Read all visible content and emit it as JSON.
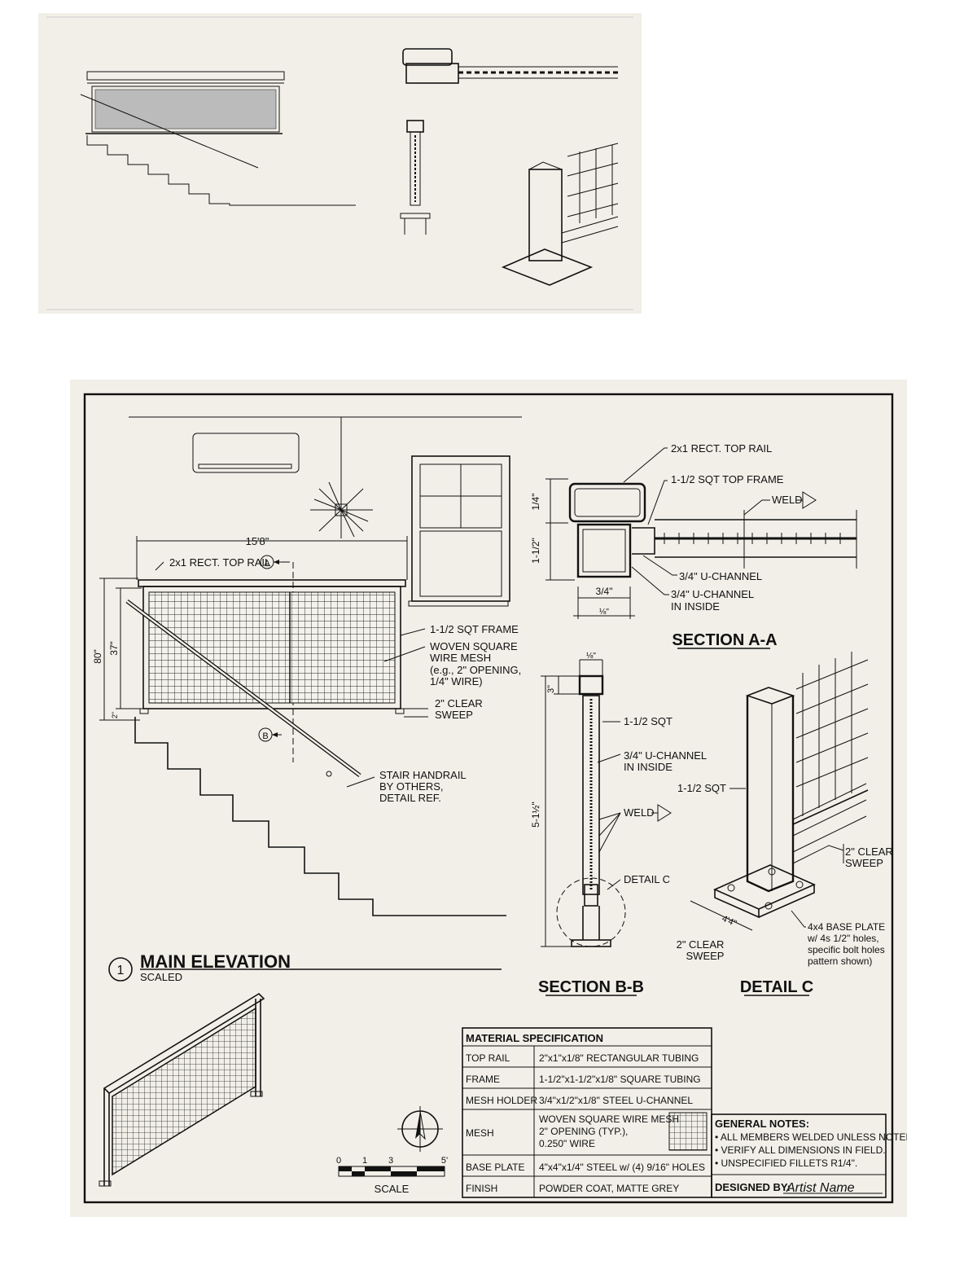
{
  "elevation": {
    "overall_width": "15'8\"",
    "height_overall": "80\"",
    "height_rail": "37\"",
    "height_sweep": "2\"",
    "top_rail_label": "2x1 RECT. TOP RAIL",
    "section_a_marker": "A",
    "section_b_marker": "B",
    "frame_label": "1-1/2 SQT FRAME",
    "mesh_label_1": "WOVEN SQUARE",
    "mesh_label_2": "WIRE MESH",
    "mesh_label_3": "(e.g., 2\" OPENING,",
    "mesh_label_4": "1/4\" WIRE)",
    "sweep_label_1": "2\" CLEAR",
    "sweep_label_2": "SWEEP",
    "handrail_label_1": "STAIR HANDRAIL",
    "handrail_label_2": "BY OTHERS,",
    "handrail_label_3": "DETAIL REF.",
    "view_number": "1",
    "title": "MAIN ELEVATION",
    "subtitle": "SCALED"
  },
  "section_aa": {
    "top_rail": "2x1 RECT. TOP RAIL",
    "top_frame": "1-1/2 SQT TOP FRAME",
    "weld": "WELD",
    "dim_top": "1/4\"",
    "dim_side": "1-1/2\"",
    "dim_bottom": "3/4\"",
    "dim_bottom2": "⅛\"",
    "u_channel": "3/4\" U-CHANNEL",
    "u_channel_inside_1": "3/4\" U-CHANNEL",
    "u_channel_inside_2": "IN INSIDE",
    "title": "SECTION A-A"
  },
  "section_bb": {
    "dim_top": "⅛\"",
    "dim_rail": "3\"",
    "dim_height": "5-1½\"",
    "sqt": "1-1/2 SQT",
    "u_channel_1": "3/4\" U-CHANNEL",
    "u_channel_2": "IN INSIDE",
    "weld": "WELD",
    "detail_ref": "DETAIL C",
    "title": "SECTION B-B"
  },
  "detail_c": {
    "sqt": "1-1/2 SQT",
    "sweep_1": "2\" CLEAR",
    "sweep_2": "SWEEP",
    "plate_dim": "4'4\"",
    "bottom_sweep_1": "2\" CLEAR",
    "bottom_sweep_2": "SWEEP",
    "plate_1": "4x4 BASE PLATE",
    "plate_2": "w/ 4s 1/2\" holes,",
    "plate_3": "specific bolt holes",
    "plate_4": "pattern shown)",
    "title": "DETAIL C"
  },
  "material_spec": {
    "header": "MATERIAL SPECIFICATION",
    "rows": [
      {
        "label": "TOP RAIL",
        "value": "2\"x1\"x1/8\" RECTANGULAR TUBING"
      },
      {
        "label": "FRAME",
        "value": "1-1/2\"x1-1/2\"x1/8\" SQUARE TUBING"
      },
      {
        "label": "MESH HOLDER",
        "value": "3/4\"x1/2\"x1/8\" STEEL U-CHANNEL"
      },
      {
        "label": "MESH",
        "value_1": "WOVEN SQUARE WIRE MESH",
        "value_2": "2\" OPENING (TYP.),",
        "value_3": "0.250\" WIRE"
      },
      {
        "label": "BASE PLATE",
        "value": "4\"x4\"x1/4\" STEEL w/ (4) 9/16\" HOLES"
      },
      {
        "label": "FINISH",
        "value": "POWDER COAT, MATTE GREY"
      }
    ]
  },
  "general_notes": {
    "header": "GENERAL NOTES:",
    "notes": [
      "• ALL MEMBERS WELDED UNLESS NOTED",
      "• VERIFY ALL DIMENSIONS IN FIELD.",
      "• UNSPECIFIED FILLETS R1/4\"."
    ],
    "designed_by": "DESIGNED BY:",
    "signature": "Artist Name"
  },
  "scale_bar": {
    "ticks": [
      "0",
      "1",
      "3",
      "5'"
    ],
    "label": "SCALE"
  }
}
